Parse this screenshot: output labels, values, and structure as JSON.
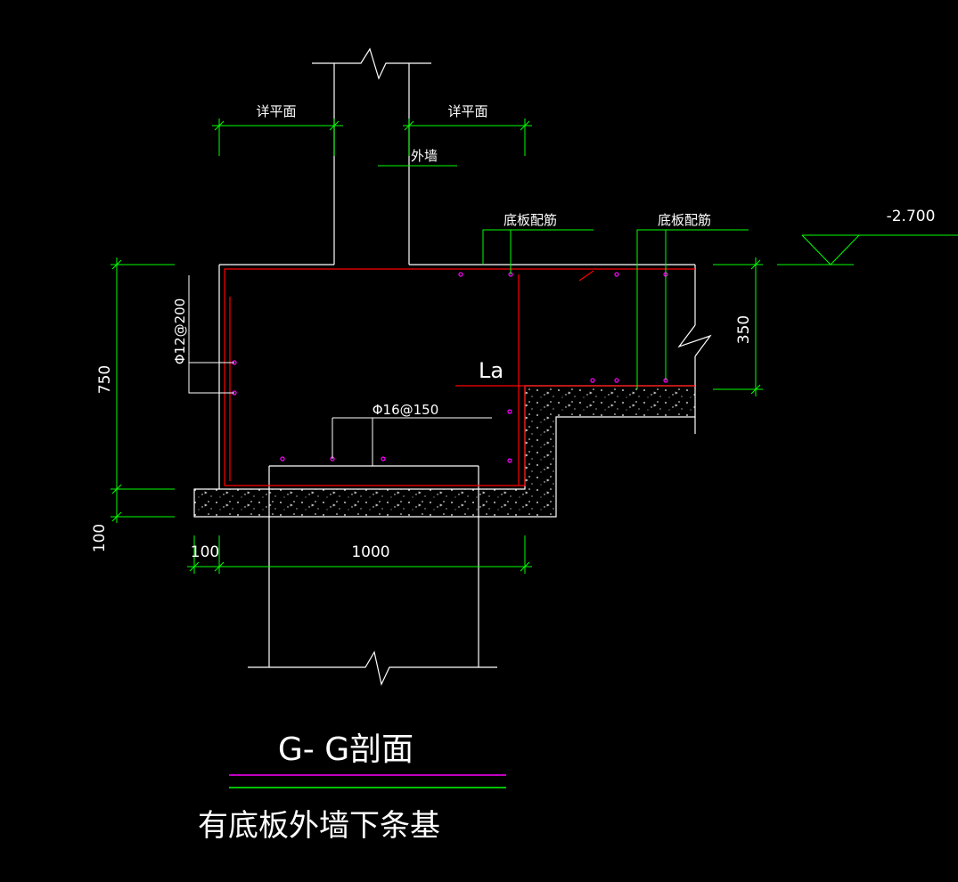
{
  "labels": {
    "detail_plan_left": "详平面",
    "detail_plan_right": "详平面",
    "outer_wall": "外墙",
    "bottom_slab_rebar_1": "底板配筋",
    "bottom_slab_rebar_2": "底板配筋",
    "elevation": "-2.700",
    "rebar_vertical": "Φ12@200",
    "rebar_bottom": "Φ16@150",
    "anchorage": "La",
    "dim_750": "750",
    "dim_350": "350",
    "dim_100_vertical": "100",
    "dim_100_horizontal": "100",
    "dim_1000": "1000",
    "section_title": "G- G剖面",
    "subtitle": "有底板外墙下条基"
  },
  "colors": {
    "background": "#000000",
    "outline": "#ffffff",
    "dimension": "#00ff00",
    "rebar": "#ff0000",
    "rebar_point": "#ff00ff",
    "title_rule_top": "#ff00ff",
    "title_rule_bottom": "#00ff00"
  }
}
